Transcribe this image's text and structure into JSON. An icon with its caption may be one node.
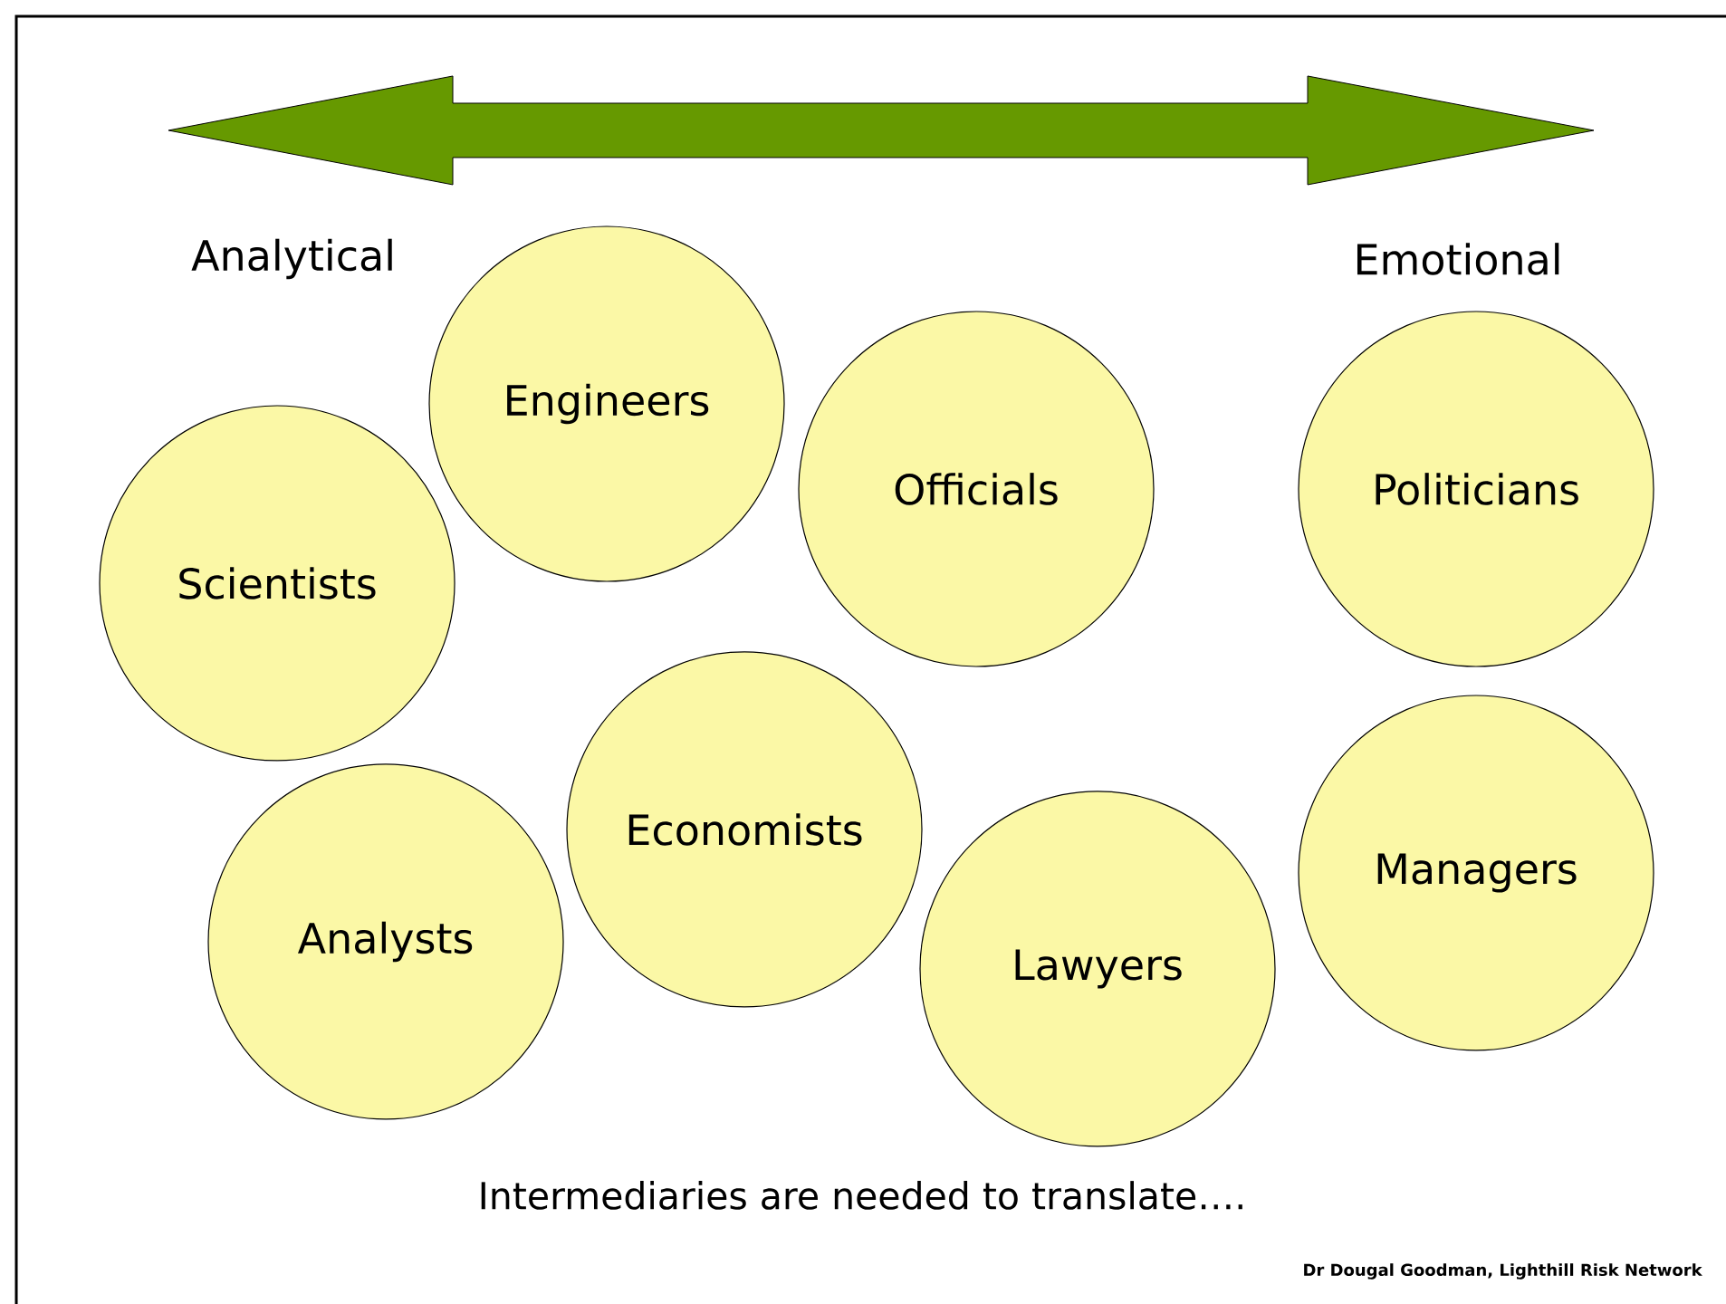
{
  "diagram": {
    "nodes": [
      {
        "text": [
          "Engineers"
        ]
      },
      {
        "text": [
          "Officials"
        ]
      },
      {
        "text": [
          "Politicians"
        ]
      },
      {
        "text": [
          "Scientists"
        ]
      },
      {
        "text": [
          "Economists"
        ]
      },
      {
        "text": [
          "Managers"
        ]
      },
      {
        "text": [
          "Analysts"
        ]
      },
      {
        "text": [
          "Lawyers"
        ]
      }
    ],
    "labels": [
      "Analytical",
      "Emotional",
      "Intermediaries are needed to translate….",
      "Dr Dougal Goodman, Lighthill Risk Network"
    ]
  }
}
